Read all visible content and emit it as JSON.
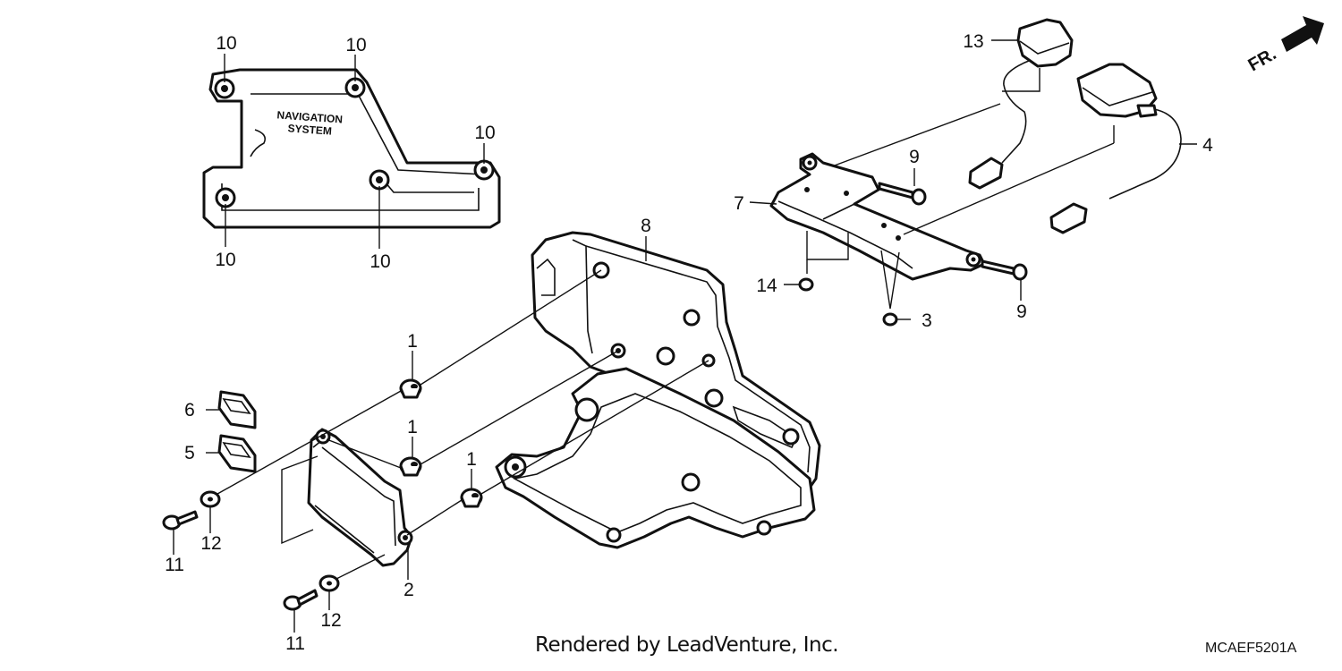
{
  "diagram": {
    "callouts": [
      "1",
      "2",
      "3",
      "4",
      "5",
      "6",
      "7",
      "8",
      "9",
      "10",
      "11",
      "12",
      "13",
      "14"
    ],
    "bracket_label_line1": "NAVIGATION",
    "bracket_label_line2": "SYSTEM",
    "front_arrow_label": "FR."
  },
  "footer": {
    "rendered_by": "Rendered by LeadVenture, Inc.",
    "diagram_code": "MCAEF5201A"
  }
}
